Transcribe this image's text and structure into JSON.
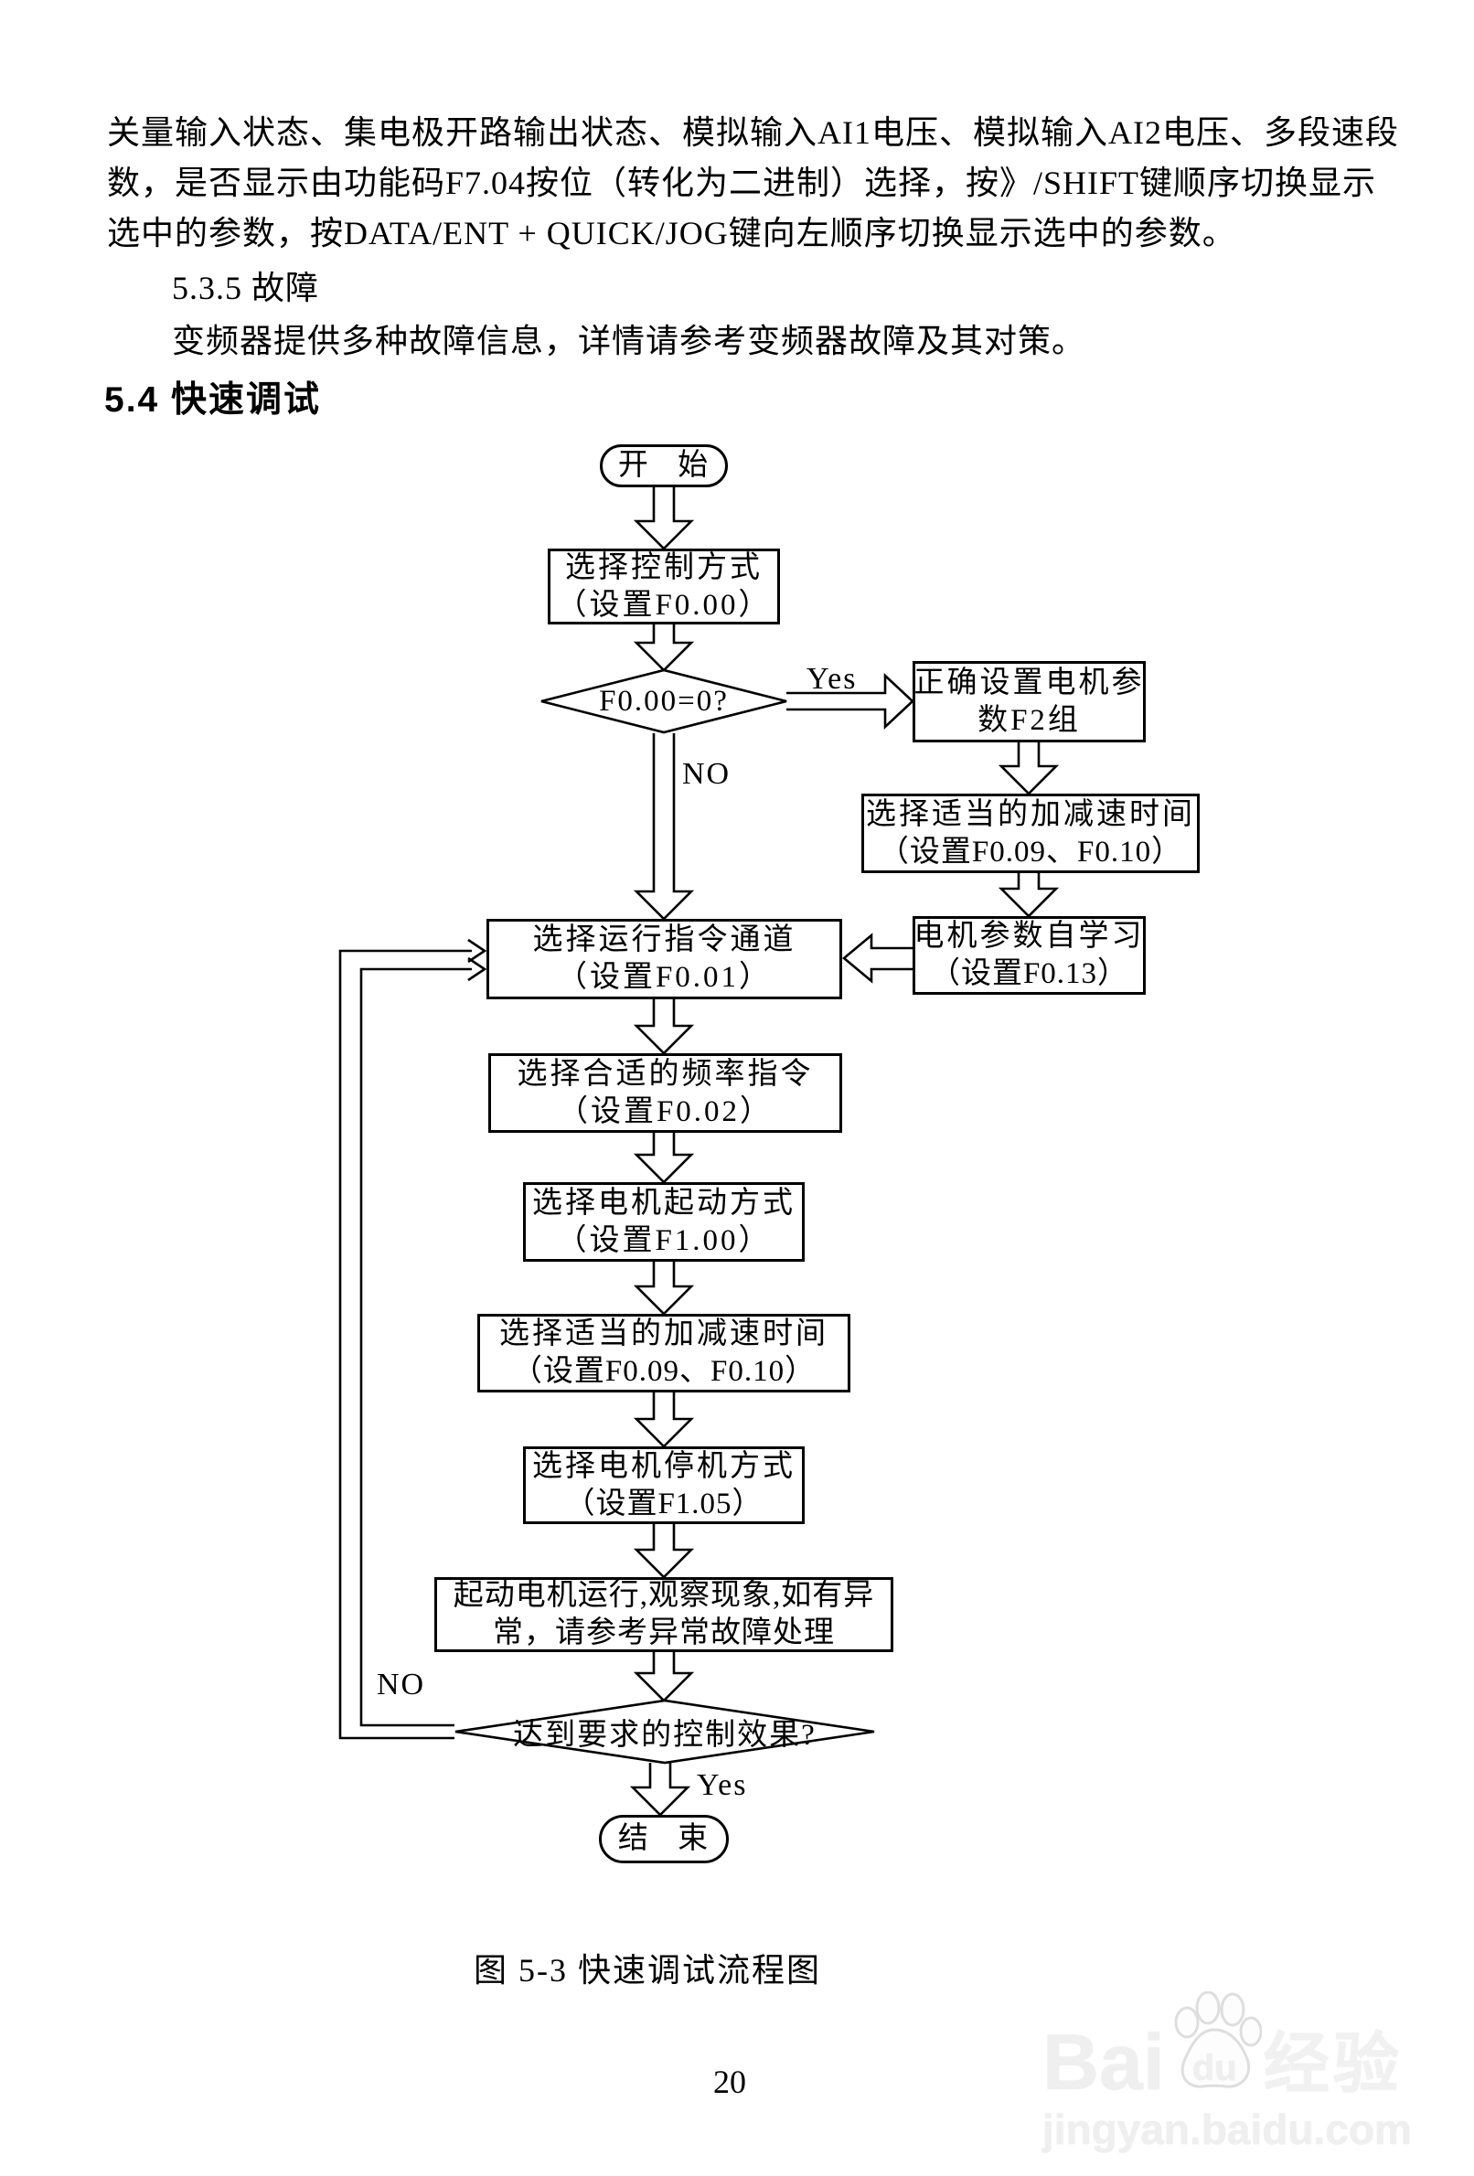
{
  "intro": {
    "line1": "关量输入状态、集电极开路输出状态、模拟输入AI1电压、模拟输入AI2电压、多段速段",
    "line2": "数，是否显示由功能码F7.04按位（转化为二进制）选择，按》/SHIFT键顺序切换显示",
    "line3": "选中的参数，按DATA/ENT + QUICK/JOG键向左顺序切换显示选中的参数。"
  },
  "sections": {
    "s535_heading": "5.3.5 故障",
    "s535_body": "变频器提供多种故障信息，详情请参考变频器故障及其对策。",
    "s54_heading": "5.4 快速调试"
  },
  "flowchart": {
    "caption": "图 5-3  快速调试流程图",
    "nodes": {
      "start": "开 始",
      "select_control_mode": {
        "line1": "选择控制方式",
        "line2": "（设置F0.00）"
      },
      "decision_f000": "F0.00=0?",
      "set_motor_params": {
        "line1": "正确设置电机参",
        "line2": "数F2组"
      },
      "accel_decel_right": {
        "line1": "选择适当的加减速时间",
        "line2": "（设置F0.09、F0.10）"
      },
      "motor_autotune": {
        "line1": "电机参数自学习",
        "line2": "（设置F0.13）"
      },
      "run_command_channel": {
        "line1": "选择运行指令通道",
        "line2": "（设置F0.01）"
      },
      "frequency_command": {
        "line1": "选择合适的频率指令",
        "line2": "（设置F0.02）"
      },
      "start_mode": {
        "line1": "选择电机起动方式",
        "line2": "（设置F1.00）"
      },
      "accel_decel_main": {
        "line1": "选择适当的加减速时间",
        "line2": "（设置F0.09、F0.10）"
      },
      "stop_mode": {
        "line1": "选择电机停机方式",
        "line2": "（设置F1.05）"
      },
      "run_observe": {
        "line1": "起动电机运行,观察现象,如有异",
        "line2": "常，请参考异常故障处理"
      },
      "decision_effect": "达到要求的控制效果?",
      "end": "结 束"
    },
    "labels": {
      "yes_top": "Yes",
      "no_top": "NO",
      "no_bottom": "NO",
      "yes_bottom": "Yes"
    }
  },
  "footer": {
    "page_number": "20"
  },
  "watermark": {
    "brand_latin": "Bai",
    "brand_du": "du",
    "brand_cn": "经验",
    "url": "jingyan.baidu.com"
  },
  "colors": {
    "ink": "#000000",
    "paper": "#ffffff",
    "watermark": "#e9e9e9"
  }
}
